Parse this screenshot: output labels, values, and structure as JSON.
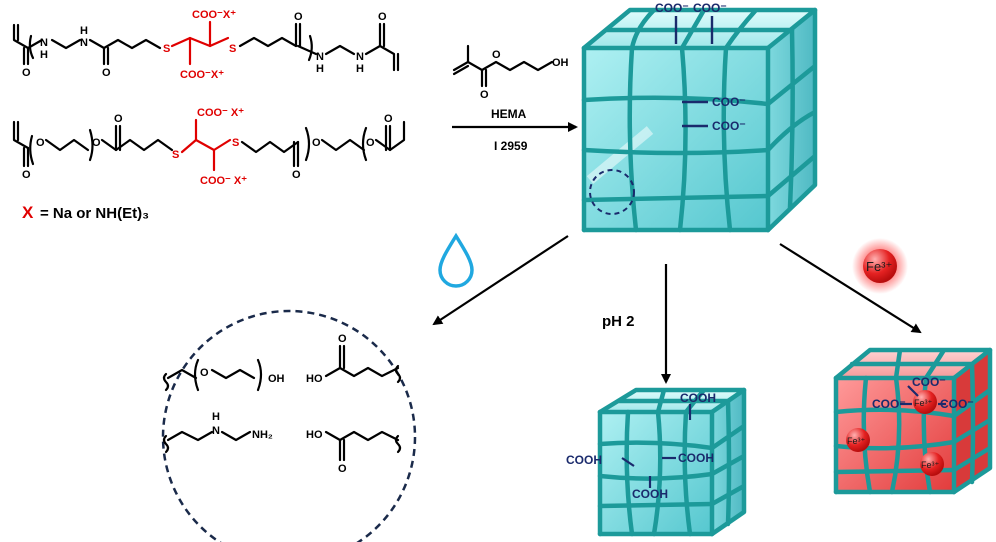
{
  "reagents": {
    "hema_label": "HEMA",
    "initiator_label": "I 2959",
    "oh_label": "OH",
    "o_label": "O"
  },
  "crosslinkers": {
    "amide": {
      "nh_label": "N\nH",
      "h_label": "H",
      "n_label": "N",
      "s_label": "S",
      "coo_label": "COO⁻X⁺",
      "o_label": "O"
    },
    "ester": {
      "s_label": "S",
      "coo_label": "COO⁻ X⁺",
      "o_label": "O"
    },
    "x_symbol": "X",
    "x_definition": "= Na or NH(Et)₃"
  },
  "hydrogel": {
    "groups_top": [
      "COO⁻",
      "COO⁻"
    ],
    "groups_side": [
      "COO⁻",
      "COO⁻"
    ],
    "colors": {
      "gel": "#7fdce0",
      "strand": "#1c9a9a",
      "iron_gel": "#f25a5a"
    }
  },
  "degradation": {
    "products": {
      "peg_fragment": "OH",
      "o_label": "O",
      "acid_label_1": "HO",
      "acid_label_2": "HO",
      "amine_h": "H",
      "amine_n": "N",
      "amine_nh2": "NH₂"
    }
  },
  "conditions": {
    "acid": "pH 2",
    "iron_ion": "Fe³⁺"
  },
  "acid_gel": {
    "groups": [
      "COOH",
      "COOH",
      "COOH",
      "COOH"
    ]
  },
  "iron_gel": {
    "carboxylates": [
      "COO⁻",
      "COO⁻",
      "COO⁻"
    ],
    "ions": [
      "Fe³⁺",
      "Fe³⁺",
      "Fe³⁺"
    ]
  }
}
